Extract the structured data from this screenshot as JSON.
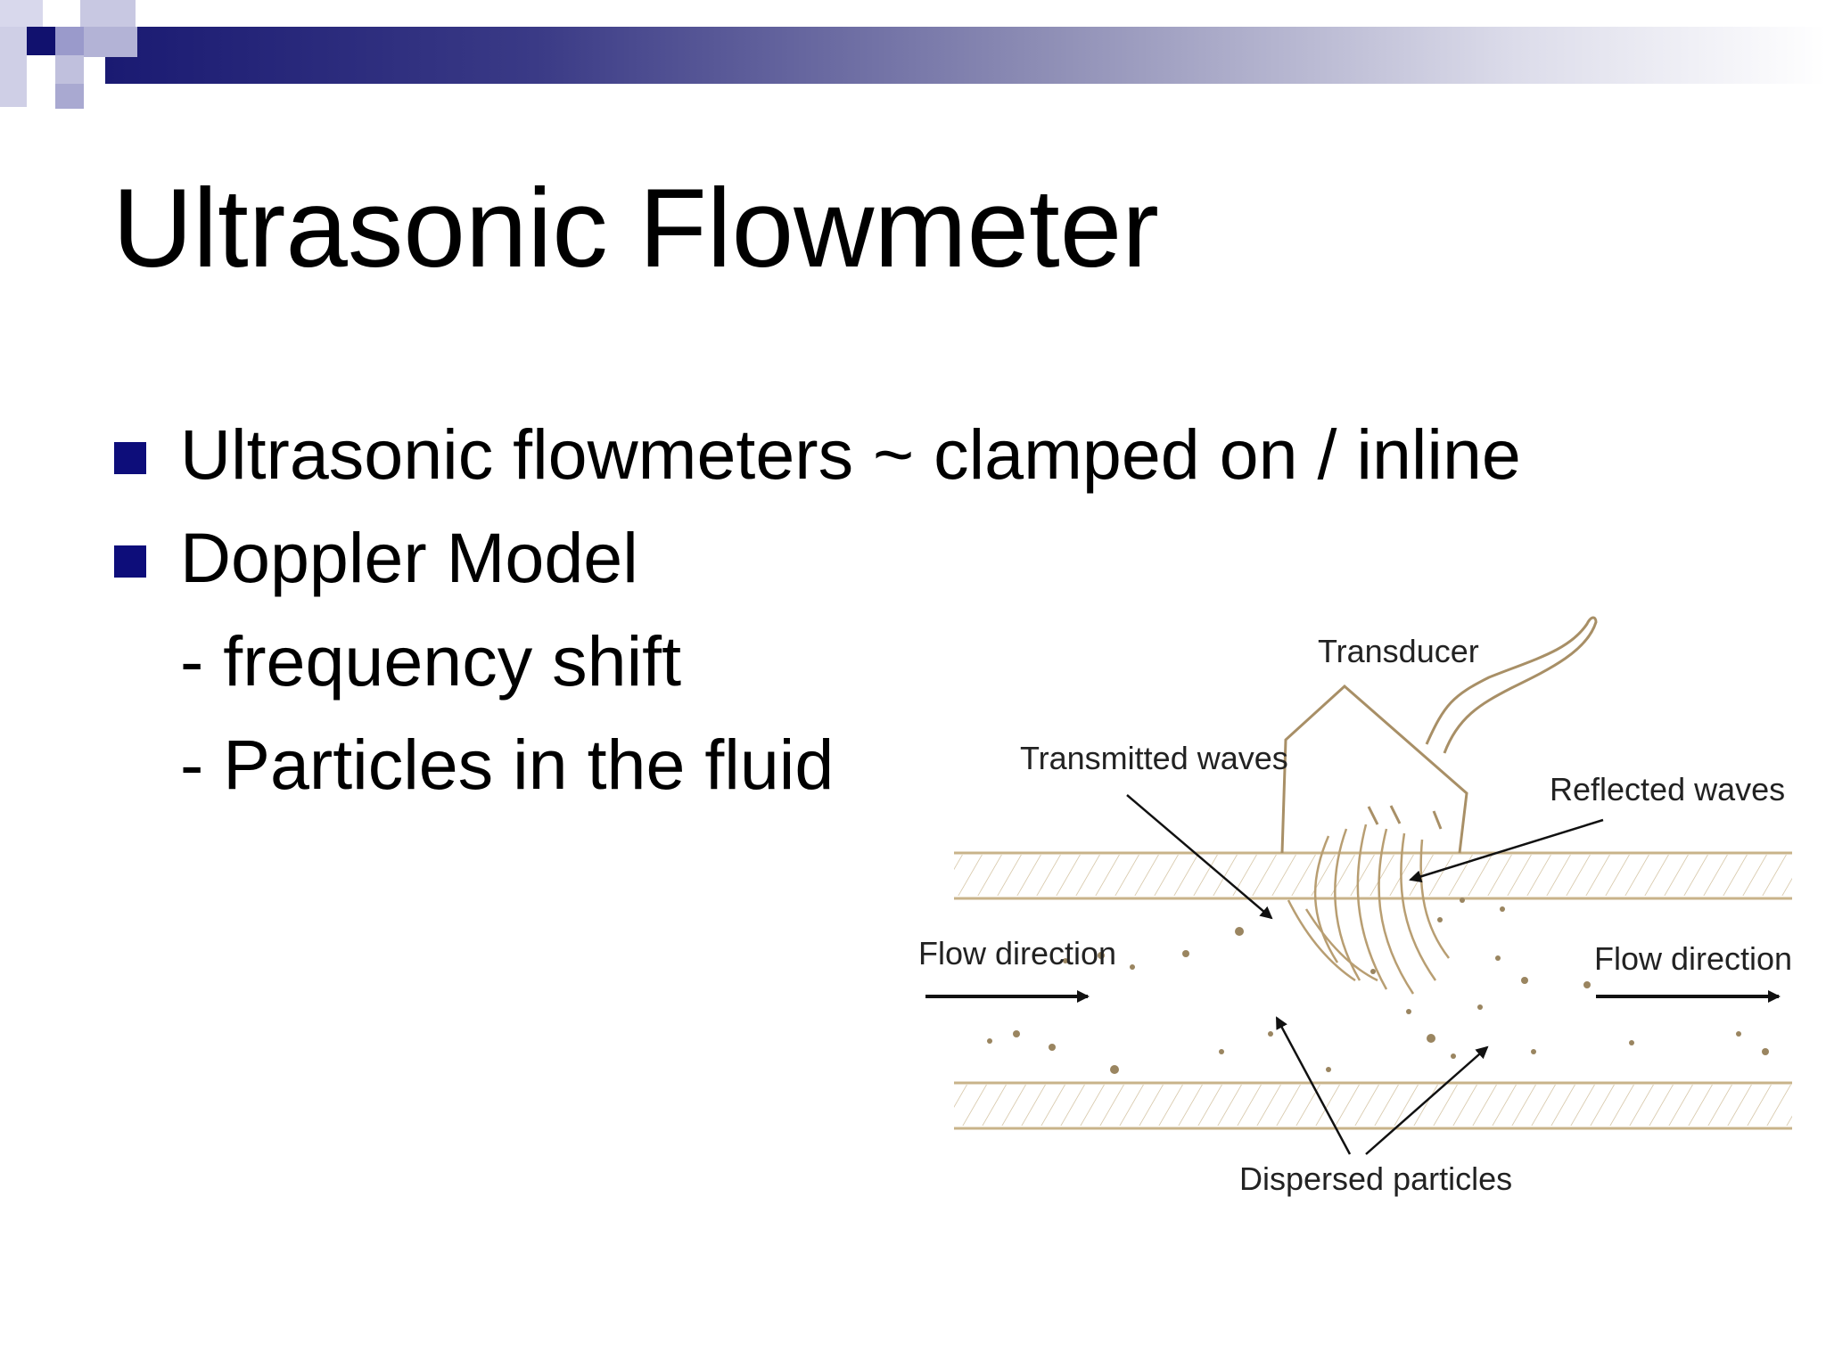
{
  "slide": {
    "title": "Ultrasonic Flowmeter",
    "bullets": [
      "Ultrasonic flowmeters ~ clamped on / inline",
      "Doppler Model"
    ],
    "sub_bullets": [
      "- frequency shift",
      "- Particles in the fluid"
    ]
  },
  "diagram": {
    "labels": {
      "transducer": "Transducer",
      "transmitted_waves": "Transmitted waves",
      "reflected_waves": "Reflected waves",
      "flow_direction_left": "Flow direction",
      "flow_direction_right": "Flow direction",
      "dispersed_particles": "Dispersed particles"
    }
  },
  "colors": {
    "accent": "#0d0d7a",
    "header_dark": "#1a1a72",
    "pipe": "#c8b38a"
  }
}
